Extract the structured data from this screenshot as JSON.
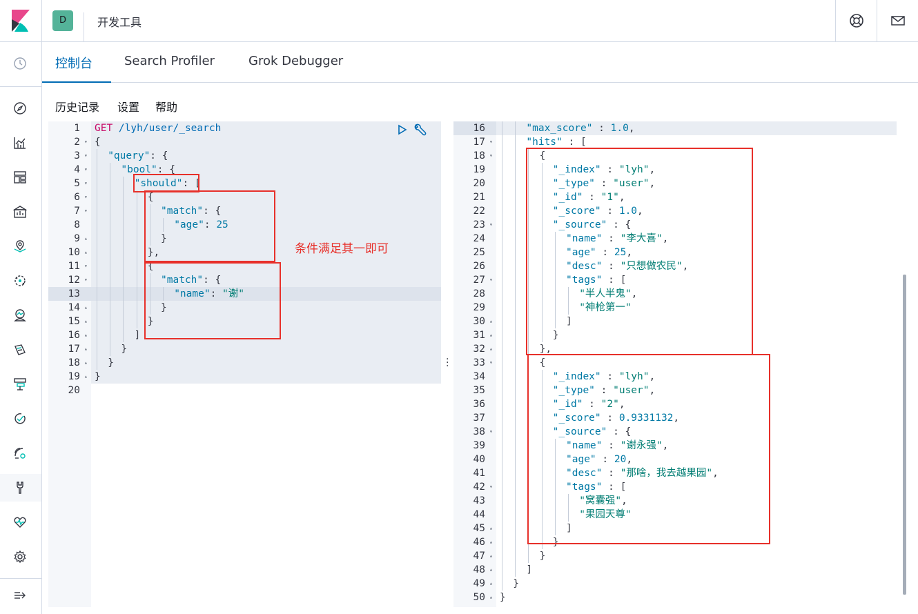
{
  "header": {
    "space_initial": "D",
    "app_title": "开发工具"
  },
  "nav": {
    "items": [
      "recently-viewed",
      "discover",
      "visualize",
      "dashboard",
      "canvas",
      "maps",
      "ml",
      "infrastructure",
      "logs",
      "apm",
      "uptime",
      "siem",
      "dev-tools",
      "monitoring",
      "management"
    ],
    "active": "dev-tools"
  },
  "tabs": [
    {
      "label": "控制台",
      "active": true
    },
    {
      "label": "Search Profiler",
      "active": false
    },
    {
      "label": "Grok Debugger",
      "active": false
    }
  ],
  "submenu": {
    "history": "历史记录",
    "settings": "设置",
    "help": "帮助"
  },
  "editor": {
    "active_line": 13,
    "lines": [
      {
        "n": "1",
        "fold": "",
        "indent": 0,
        "parts": [
          [
            "kw",
            "GET "
          ],
          [
            "url",
            "/lyh/user/_search"
          ]
        ]
      },
      {
        "n": "2",
        "fold": "▾",
        "indent": 0,
        "parts": [
          [
            "plain",
            "{"
          ]
        ]
      },
      {
        "n": "3",
        "fold": "▾",
        "indent": 1,
        "parts": [
          [
            "key",
            "\"query\""
          ],
          [
            "plain",
            ": {"
          ]
        ]
      },
      {
        "n": "4",
        "fold": "▾",
        "indent": 2,
        "parts": [
          [
            "key",
            "\"bool\""
          ],
          [
            "plain",
            ": {"
          ]
        ]
      },
      {
        "n": "5",
        "fold": "▾",
        "indent": 3,
        "parts": [
          [
            "key",
            "\"should\""
          ],
          [
            "plain",
            ": ["
          ]
        ]
      },
      {
        "n": "6",
        "fold": "▾",
        "indent": 4,
        "parts": [
          [
            "plain",
            "{"
          ]
        ]
      },
      {
        "n": "7",
        "fold": "▾",
        "indent": 5,
        "parts": [
          [
            "key",
            "\"match\""
          ],
          [
            "plain",
            ": {"
          ]
        ]
      },
      {
        "n": "8",
        "fold": "",
        "indent": 6,
        "parts": [
          [
            "key",
            "\"age\""
          ],
          [
            "plain",
            ": "
          ],
          [
            "num",
            "25"
          ]
        ]
      },
      {
        "n": "9",
        "fold": "▴",
        "indent": 5,
        "parts": [
          [
            "plain",
            "}"
          ]
        ]
      },
      {
        "n": "10",
        "fold": "▴",
        "indent": 4,
        "parts": [
          [
            "plain",
            "},"
          ]
        ]
      },
      {
        "n": "11",
        "fold": "▾",
        "indent": 4,
        "parts": [
          [
            "plain",
            "{"
          ]
        ]
      },
      {
        "n": "12",
        "fold": "▾",
        "indent": 5,
        "parts": [
          [
            "key",
            "\"match\""
          ],
          [
            "plain",
            ": {"
          ]
        ]
      },
      {
        "n": "13",
        "fold": "",
        "indent": 6,
        "parts": [
          [
            "key",
            "\"name\""
          ],
          [
            "plain",
            ": "
          ],
          [
            "str",
            "\"谢\""
          ]
        ]
      },
      {
        "n": "14",
        "fold": "▴",
        "indent": 5,
        "parts": [
          [
            "plain",
            "}"
          ]
        ]
      },
      {
        "n": "15",
        "fold": "▴",
        "indent": 4,
        "parts": [
          [
            "plain",
            "}"
          ]
        ]
      },
      {
        "n": "16",
        "fold": "▴",
        "indent": 3,
        "parts": [
          [
            "plain",
            "]"
          ]
        ]
      },
      {
        "n": "17",
        "fold": "▴",
        "indent": 2,
        "parts": [
          [
            "plain",
            "}"
          ]
        ]
      },
      {
        "n": "18",
        "fold": "▴",
        "indent": 1,
        "parts": [
          [
            "plain",
            "}"
          ]
        ]
      },
      {
        "n": "19",
        "fold": "▴",
        "indent": 0,
        "parts": [
          [
            "plain",
            "}"
          ]
        ]
      },
      {
        "n": "20",
        "fold": "",
        "indent": 0,
        "parts": []
      }
    ]
  },
  "annotation": {
    "text": "条件满足其一即可"
  },
  "output": {
    "lines": [
      {
        "n": "16",
        "fold": "",
        "indent": 2,
        "parts": [
          [
            "key",
            "\"max_score\""
          ],
          [
            "plain",
            " : "
          ],
          [
            "num",
            "1.0"
          ],
          [
            "plain",
            ","
          ]
        ]
      },
      {
        "n": "17",
        "fold": "▾",
        "indent": 2,
        "parts": [
          [
            "key",
            "\"hits\""
          ],
          [
            "plain",
            " : ["
          ]
        ]
      },
      {
        "n": "18",
        "fold": "▾",
        "indent": 3,
        "parts": [
          [
            "plain",
            "{"
          ]
        ]
      },
      {
        "n": "19",
        "fold": "",
        "indent": 4,
        "parts": [
          [
            "key",
            "\"_index\""
          ],
          [
            "plain",
            " : "
          ],
          [
            "str",
            "\"lyh\""
          ],
          [
            "plain",
            ","
          ]
        ]
      },
      {
        "n": "20",
        "fold": "",
        "indent": 4,
        "parts": [
          [
            "key",
            "\"_type\""
          ],
          [
            "plain",
            " : "
          ],
          [
            "str",
            "\"user\""
          ],
          [
            "plain",
            ","
          ]
        ]
      },
      {
        "n": "21",
        "fold": "",
        "indent": 4,
        "parts": [
          [
            "key",
            "\"_id\""
          ],
          [
            "plain",
            " : "
          ],
          [
            "str",
            "\"1\""
          ],
          [
            "plain",
            ","
          ]
        ]
      },
      {
        "n": "22",
        "fold": "",
        "indent": 4,
        "parts": [
          [
            "key",
            "\"_score\""
          ],
          [
            "plain",
            " : "
          ],
          [
            "num",
            "1.0"
          ],
          [
            "plain",
            ","
          ]
        ]
      },
      {
        "n": "23",
        "fold": "▾",
        "indent": 4,
        "parts": [
          [
            "key",
            "\"_source\""
          ],
          [
            "plain",
            " : {"
          ]
        ]
      },
      {
        "n": "24",
        "fold": "",
        "indent": 5,
        "parts": [
          [
            "key",
            "\"name\""
          ],
          [
            "plain",
            " : "
          ],
          [
            "str",
            "\"李大喜\""
          ],
          [
            "plain",
            ","
          ]
        ]
      },
      {
        "n": "25",
        "fold": "",
        "indent": 5,
        "parts": [
          [
            "key",
            "\"age\""
          ],
          [
            "plain",
            " : "
          ],
          [
            "num",
            "25"
          ],
          [
            "plain",
            ","
          ]
        ]
      },
      {
        "n": "26",
        "fold": "",
        "indent": 5,
        "parts": [
          [
            "key",
            "\"desc\""
          ],
          [
            "plain",
            " : "
          ],
          [
            "str",
            "\"只想做农民\""
          ],
          [
            "plain",
            ","
          ]
        ]
      },
      {
        "n": "27",
        "fold": "▾",
        "indent": 5,
        "parts": [
          [
            "key",
            "\"tags\""
          ],
          [
            "plain",
            " : ["
          ]
        ]
      },
      {
        "n": "28",
        "fold": "",
        "indent": 6,
        "parts": [
          [
            "str",
            "\"半人半鬼\""
          ],
          [
            "plain",
            ","
          ]
        ]
      },
      {
        "n": "29",
        "fold": "",
        "indent": 6,
        "parts": [
          [
            "str",
            "\"神枪第一\""
          ]
        ]
      },
      {
        "n": "30",
        "fold": "▴",
        "indent": 5,
        "parts": [
          [
            "plain",
            "]"
          ]
        ]
      },
      {
        "n": "31",
        "fold": "▴",
        "indent": 4,
        "parts": [
          [
            "plain",
            "}"
          ]
        ]
      },
      {
        "n": "32",
        "fold": "▴",
        "indent": 3,
        "parts": [
          [
            "plain",
            "},"
          ]
        ]
      },
      {
        "n": "33",
        "fold": "▾",
        "indent": 3,
        "parts": [
          [
            "plain",
            "{"
          ]
        ]
      },
      {
        "n": "34",
        "fold": "",
        "indent": 4,
        "parts": [
          [
            "key",
            "\"_index\""
          ],
          [
            "plain",
            " : "
          ],
          [
            "str",
            "\"lyh\""
          ],
          [
            "plain",
            ","
          ]
        ]
      },
      {
        "n": "35",
        "fold": "",
        "indent": 4,
        "parts": [
          [
            "key",
            "\"_type\""
          ],
          [
            "plain",
            " : "
          ],
          [
            "str",
            "\"user\""
          ],
          [
            "plain",
            ","
          ]
        ]
      },
      {
        "n": "36",
        "fold": "",
        "indent": 4,
        "parts": [
          [
            "key",
            "\"_id\""
          ],
          [
            "plain",
            " : "
          ],
          [
            "str",
            "\"2\""
          ],
          [
            "plain",
            ","
          ]
        ]
      },
      {
        "n": "37",
        "fold": "",
        "indent": 4,
        "parts": [
          [
            "key",
            "\"_score\""
          ],
          [
            "plain",
            " : "
          ],
          [
            "num",
            "0.9331132"
          ],
          [
            "plain",
            ","
          ]
        ]
      },
      {
        "n": "38",
        "fold": "▾",
        "indent": 4,
        "parts": [
          [
            "key",
            "\"_source\""
          ],
          [
            "plain",
            " : {"
          ]
        ]
      },
      {
        "n": "39",
        "fold": "",
        "indent": 5,
        "parts": [
          [
            "key",
            "\"name\""
          ],
          [
            "plain",
            " : "
          ],
          [
            "str",
            "\"谢永强\""
          ],
          [
            "plain",
            ","
          ]
        ]
      },
      {
        "n": "40",
        "fold": "",
        "indent": 5,
        "parts": [
          [
            "key",
            "\"age\""
          ],
          [
            "plain",
            " : "
          ],
          [
            "num",
            "20"
          ],
          [
            "plain",
            ","
          ]
        ]
      },
      {
        "n": "41",
        "fold": "",
        "indent": 5,
        "parts": [
          [
            "key",
            "\"desc\""
          ],
          [
            "plain",
            " : "
          ],
          [
            "str",
            "\"那啥，我去越果园\""
          ],
          [
            "plain",
            ","
          ]
        ]
      },
      {
        "n": "42",
        "fold": "▾",
        "indent": 5,
        "parts": [
          [
            "key",
            "\"tags\""
          ],
          [
            "plain",
            " : ["
          ]
        ]
      },
      {
        "n": "43",
        "fold": "",
        "indent": 6,
        "parts": [
          [
            "str",
            "\"窝囊强\""
          ],
          [
            "plain",
            ","
          ]
        ]
      },
      {
        "n": "44",
        "fold": "",
        "indent": 6,
        "parts": [
          [
            "str",
            "\"果园天尊\""
          ]
        ]
      },
      {
        "n": "45",
        "fold": "▴",
        "indent": 5,
        "parts": [
          [
            "plain",
            "]"
          ]
        ]
      },
      {
        "n": "46",
        "fold": "▴",
        "indent": 4,
        "parts": [
          [
            "plain",
            "}"
          ]
        ]
      },
      {
        "n": "47",
        "fold": "▴",
        "indent": 3,
        "parts": [
          [
            "plain",
            "}"
          ]
        ]
      },
      {
        "n": "48",
        "fold": "▴",
        "indent": 2,
        "parts": [
          [
            "plain",
            "]"
          ]
        ]
      },
      {
        "n": "49",
        "fold": "▴",
        "indent": 1,
        "parts": [
          [
            "plain",
            "}"
          ]
        ]
      },
      {
        "n": "50",
        "fold": "▴",
        "indent": 0,
        "parts": [
          [
            "plain",
            "}"
          ]
        ]
      }
    ]
  }
}
